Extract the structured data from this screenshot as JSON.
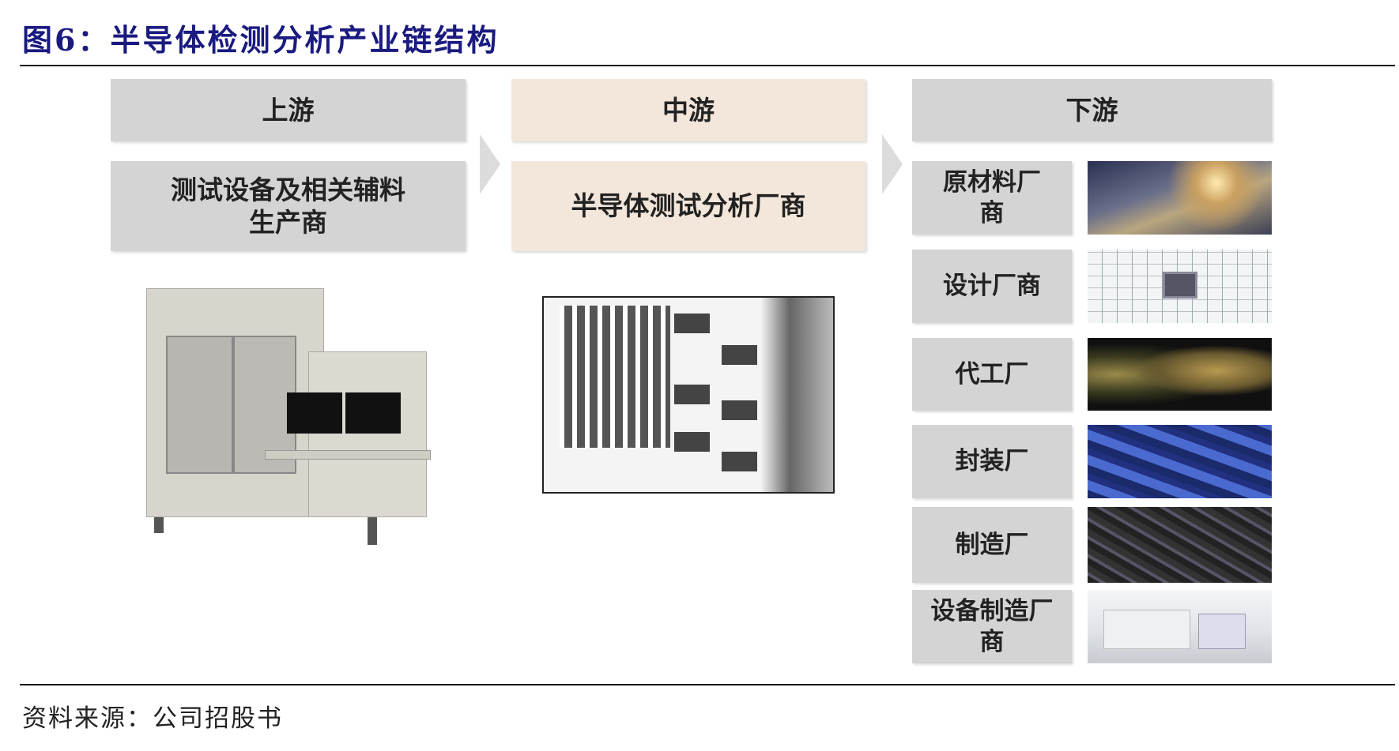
{
  "title": "图6：半导体检测分析产业链结构",
  "upstream": {
    "header": "上游",
    "content": "测试设备及相关辅料生产商"
  },
  "midstream": {
    "header": "中游",
    "content": "半导体测试分析厂商"
  },
  "downstream": {
    "header": "下游",
    "items": [
      {
        "label": "原材料厂商",
        "icon": "wafer-photo"
      },
      {
        "label": "设计厂商",
        "icon": "circuit-design-photo"
      },
      {
        "label": "代工厂",
        "icon": "wafer-foundry-photo"
      },
      {
        "label": "封装厂",
        "icon": "packaged-chips-photo"
      },
      {
        "label": "制造厂",
        "icon": "pcb-photo"
      },
      {
        "label": "设备制造厂商",
        "icon": "equipment-photo"
      }
    ]
  },
  "source": "资料来源：公司招股书",
  "colors": {
    "title": "#1a1a80",
    "gray_box": "#d4d4d4",
    "beige_box": "#f3e6da"
  }
}
